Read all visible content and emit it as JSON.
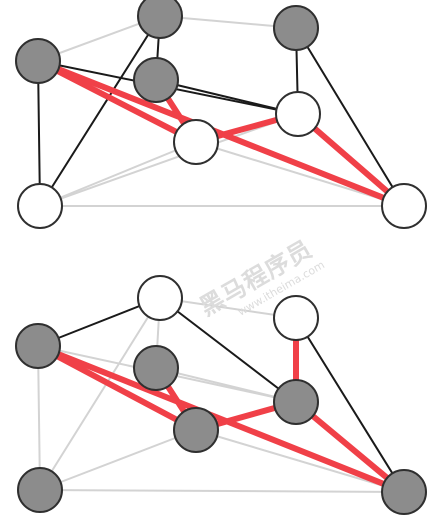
{
  "colors": {
    "black_edge": "#1a1a1a",
    "gray_edge": "#d3d3d3",
    "red_edge": "#f04048",
    "node_gray": "#8c8c8c",
    "node_white": "#ffffff",
    "node_stroke": "#2f2f2f",
    "watermark": "#dcdcdc"
  },
  "watermark": {
    "brand": "黑马程序员",
    "url": "www.itheima.com"
  },
  "graphs": [
    {
      "nodes": [
        {
          "id": "A",
          "fill": "gray"
        },
        {
          "id": "B",
          "fill": "gray"
        },
        {
          "id": "C",
          "fill": "gray"
        },
        {
          "id": "D",
          "fill": "gray"
        },
        {
          "id": "E",
          "fill": "white"
        },
        {
          "id": "F",
          "fill": "white"
        },
        {
          "id": "G",
          "fill": "white"
        },
        {
          "id": "H",
          "fill": "white"
        }
      ],
      "edges": [
        {
          "from": "A",
          "to": "B",
          "style": "gray"
        },
        {
          "from": "A",
          "to": "C",
          "style": "gray"
        },
        {
          "from": "A",
          "to": "D",
          "style": "black"
        },
        {
          "from": "A",
          "to": "E",
          "style": "black"
        },
        {
          "from": "B",
          "to": "E",
          "style": "black"
        },
        {
          "from": "B",
          "to": "G",
          "style": "black"
        },
        {
          "from": "B",
          "to": "H",
          "style": "red"
        },
        {
          "from": "B",
          "to": "F",
          "style": "red"
        },
        {
          "from": "C",
          "to": "G",
          "style": "black"
        },
        {
          "from": "C",
          "to": "H",
          "style": "black"
        },
        {
          "from": "D",
          "to": "G",
          "style": "black"
        },
        {
          "from": "D",
          "to": "F",
          "style": "red"
        },
        {
          "from": "E",
          "to": "F",
          "style": "gray"
        },
        {
          "from": "E",
          "to": "H",
          "style": "gray"
        },
        {
          "from": "E",
          "to": "G",
          "style": "gray"
        },
        {
          "from": "F",
          "to": "G",
          "style": "red"
        },
        {
          "from": "F",
          "to": "H",
          "style": "gray"
        },
        {
          "from": "G",
          "to": "H",
          "style": "red"
        }
      ]
    },
    {
      "nodes": [
        {
          "id": "A",
          "fill": "white"
        },
        {
          "id": "B",
          "fill": "gray"
        },
        {
          "id": "C",
          "fill": "white"
        },
        {
          "id": "D",
          "fill": "gray"
        },
        {
          "id": "E",
          "fill": "gray"
        },
        {
          "id": "F",
          "fill": "gray"
        },
        {
          "id": "G",
          "fill": "gray"
        },
        {
          "id": "H",
          "fill": "gray"
        }
      ],
      "edges": [
        {
          "from": "A",
          "to": "B",
          "style": "black"
        },
        {
          "from": "A",
          "to": "C",
          "style": "gray"
        },
        {
          "from": "A",
          "to": "D",
          "style": "gray"
        },
        {
          "from": "A",
          "to": "E",
          "style": "gray"
        },
        {
          "from": "A",
          "to": "G",
          "style": "black"
        },
        {
          "from": "B",
          "to": "E",
          "style": "gray"
        },
        {
          "from": "B",
          "to": "F",
          "style": "red"
        },
        {
          "from": "B",
          "to": "G",
          "style": "gray"
        },
        {
          "from": "B",
          "to": "H",
          "style": "red"
        },
        {
          "from": "C",
          "to": "G",
          "style": "red"
        },
        {
          "from": "C",
          "to": "H",
          "style": "black"
        },
        {
          "from": "D",
          "to": "F",
          "style": "red"
        },
        {
          "from": "D",
          "to": "G",
          "style": "gray"
        },
        {
          "from": "E",
          "to": "F",
          "style": "gray"
        },
        {
          "from": "E",
          "to": "H",
          "style": "gray"
        },
        {
          "from": "F",
          "to": "G",
          "style": "red"
        },
        {
          "from": "F",
          "to": "H",
          "style": "gray"
        },
        {
          "from": "G",
          "to": "H",
          "style": "red"
        }
      ]
    }
  ]
}
